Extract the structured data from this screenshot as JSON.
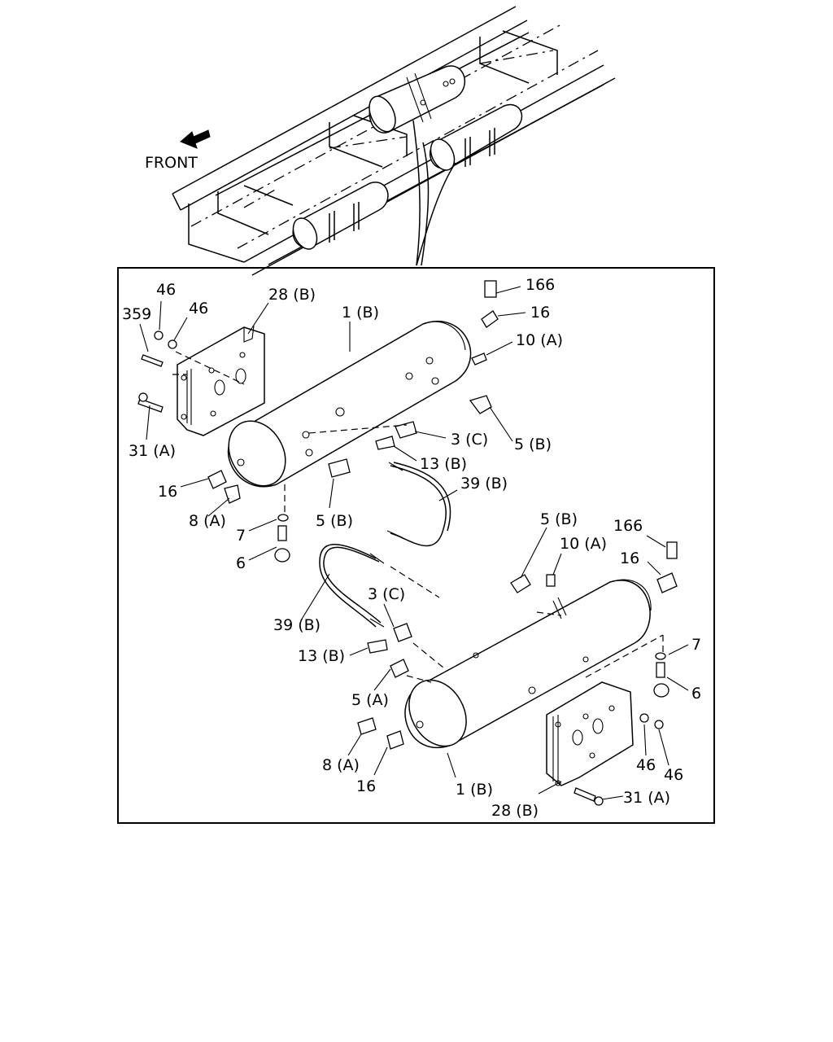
{
  "direction": {
    "label": "FRONT",
    "icon": "front-arrow-icon"
  },
  "callouts": {
    "upper": {
      "c46a": "46",
      "c46b": "46",
      "c359": "359",
      "c28b": "28 (B)",
      "c1b": "1 (B)",
      "c166": "166",
      "c16a": "16",
      "c10a": "10 (A)",
      "c31a": "31 (A)",
      "c3c": "3 (C)",
      "c5b_right": "5 (B)",
      "c13b": "13 (B)",
      "c16b": "16",
      "c39b": "39 (B)",
      "c8a": "8 (A)",
      "c5b_left": "5 (B)",
      "c7": "7",
      "c6": "6"
    },
    "lower": {
      "c5b": "5 (B)",
      "c166": "166",
      "c10a": "10 (A)",
      "c16a": "16",
      "c3c": "3 (C)",
      "c39b": "39 (B)",
      "c7": "7",
      "c13b": "13 (B)",
      "c6": "6",
      "c5a": "5 (A)",
      "c8a": "8 (A)",
      "c46a": "46",
      "c46b": "46",
      "c16b": "16",
      "c1b": "1 (B)",
      "c28b": "28 (B)",
      "c31a": "31 (A)"
    }
  }
}
